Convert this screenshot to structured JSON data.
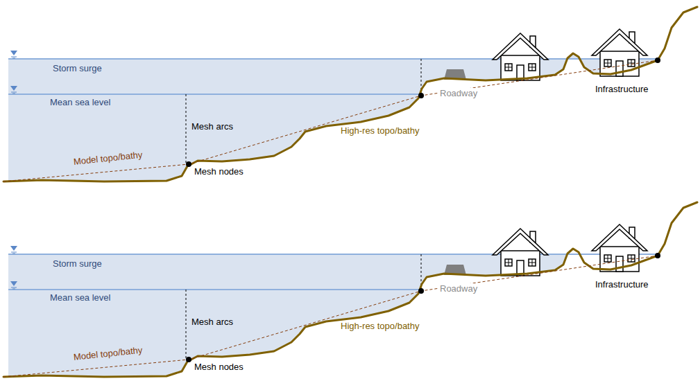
{
  "diagram": {
    "labels": [
      "Storm surge",
      "Mean sea level",
      "Mesh arcs",
      "High-res topo/bathy",
      "Roadway",
      "Model topo/bathy",
      "Mesh nodes",
      "Infrastructure",
      "Storm surge",
      "Mean sea level",
      "Mesh arcs",
      "High-res topo/bathy",
      "Roadway",
      "Model topo/bathy",
      "Mesh nodes",
      "Infrastructure"
    ]
  }
}
